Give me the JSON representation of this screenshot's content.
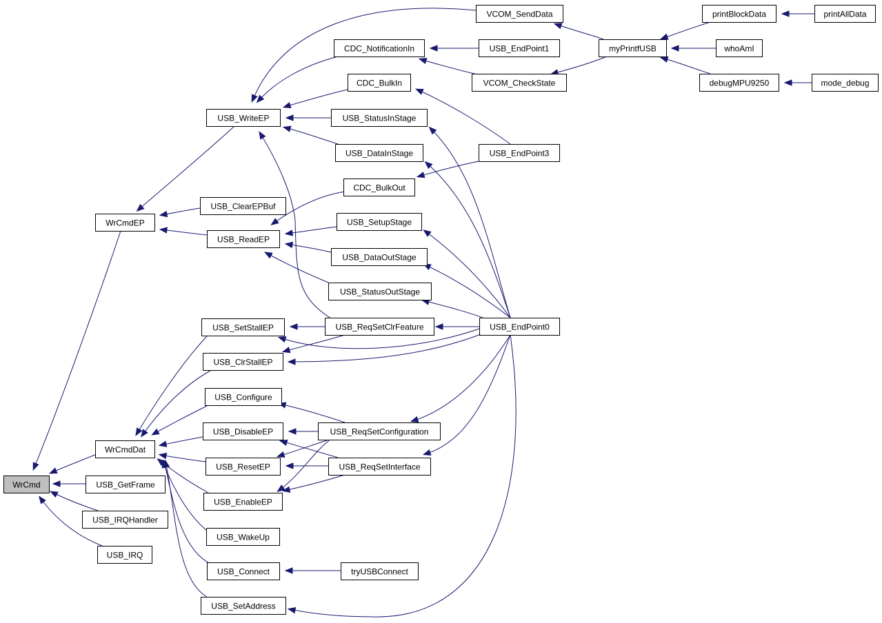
{
  "graph": {
    "edge_color": "#191970",
    "root_fill": "#bfbfbf",
    "nodes": [
      {
        "id": "WrCmd",
        "label": "WrCmd"
      },
      {
        "id": "WrCmdDat",
        "label": "WrCmdDat"
      },
      {
        "id": "USB_GetFrame",
        "label": "USB_GetFrame"
      },
      {
        "id": "USB_IRQHandler",
        "label": "USB_IRQHandler"
      },
      {
        "id": "USB_IRQ",
        "label": "USB_IRQ"
      },
      {
        "id": "WrCmdEP",
        "label": "WrCmdEP"
      },
      {
        "id": "USB_WriteEP",
        "label": "USB_WriteEP"
      },
      {
        "id": "USB_ClearEPBuf",
        "label": "USB_ClearEPBuf"
      },
      {
        "id": "USB_ReadEP",
        "label": "USB_ReadEP"
      },
      {
        "id": "USB_SetStallEP",
        "label": "USB_SetStallEP"
      },
      {
        "id": "USB_ClrStallEP",
        "label": "USB_ClrStallEP"
      },
      {
        "id": "USB_Configure",
        "label": "USB_Configure"
      },
      {
        "id": "USB_DisableEP",
        "label": "USB_DisableEP"
      },
      {
        "id": "USB_ResetEP",
        "label": "USB_ResetEP"
      },
      {
        "id": "USB_EnableEP",
        "label": "USB_EnableEP"
      },
      {
        "id": "USB_WakeUp",
        "label": "USB_WakeUp"
      },
      {
        "id": "USB_Connect",
        "label": "USB_Connect"
      },
      {
        "id": "USB_SetAddress",
        "label": "USB_SetAddress"
      },
      {
        "id": "VCOM_SendData",
        "label": "VCOM_SendData"
      },
      {
        "id": "CDC_NotificationIn",
        "label": "CDC_NotificationIn"
      },
      {
        "id": "CDC_BulkIn",
        "label": "CDC_BulkIn"
      },
      {
        "id": "USB_StatusInStage",
        "label": "USB_StatusInStage"
      },
      {
        "id": "USB_DataInStage",
        "label": "USB_DataInStage"
      },
      {
        "id": "CDC_BulkOut",
        "label": "CDC_BulkOut"
      },
      {
        "id": "USB_SetupStage",
        "label": "USB_SetupStage"
      },
      {
        "id": "USB_DataOutStage",
        "label": "USB_DataOutStage"
      },
      {
        "id": "USB_StatusOutStage",
        "label": "USB_StatusOutStage"
      },
      {
        "id": "USB_ReqSetClrFeature",
        "label": "USB_ReqSetClrFeature"
      },
      {
        "id": "USB_ReqSetConfiguration",
        "label": "USB_ReqSetConfiguration"
      },
      {
        "id": "USB_ReqSetInterface",
        "label": "USB_ReqSetInterface"
      },
      {
        "id": "tryUSBConnect",
        "label": "tryUSBConnect"
      },
      {
        "id": "USB_EndPoint1",
        "label": "USB_EndPoint1"
      },
      {
        "id": "VCOM_CheckState",
        "label": "VCOM_CheckState"
      },
      {
        "id": "USB_EndPoint3",
        "label": "USB_EndPoint3"
      },
      {
        "id": "USB_EndPoint0",
        "label": "USB_EndPoint0"
      },
      {
        "id": "myPrintfUSB",
        "label": "myPrintfUSB"
      },
      {
        "id": "printBlockData",
        "label": "printBlockData"
      },
      {
        "id": "whoAmI",
        "label": "whoAmI"
      },
      {
        "id": "debugMPU9250",
        "label": "debugMPU9250"
      },
      {
        "id": "printAllData",
        "label": "printAllData"
      },
      {
        "id": "mode_debug",
        "label": "mode_debug"
      }
    ],
    "edges": [
      {
        "from": "WrCmdEP",
        "to": "WrCmd"
      },
      {
        "from": "WrCmdDat",
        "to": "WrCmd"
      },
      {
        "from": "USB_GetFrame",
        "to": "WrCmd"
      },
      {
        "from": "USB_IRQHandler",
        "to": "WrCmd"
      },
      {
        "from": "USB_IRQ",
        "to": "WrCmd"
      },
      {
        "from": "USB_WriteEP",
        "to": "WrCmdEP"
      },
      {
        "from": "USB_ClearEPBuf",
        "to": "WrCmdEP"
      },
      {
        "from": "USB_ReadEP",
        "to": "WrCmdEP"
      },
      {
        "from": "USB_SetStallEP",
        "to": "WrCmdDat"
      },
      {
        "from": "USB_ClrStallEP",
        "to": "WrCmdDat"
      },
      {
        "from": "USB_Configure",
        "to": "WrCmdDat"
      },
      {
        "from": "USB_DisableEP",
        "to": "WrCmdDat"
      },
      {
        "from": "USB_ResetEP",
        "to": "WrCmdDat"
      },
      {
        "from": "USB_EnableEP",
        "to": "WrCmdDat"
      },
      {
        "from": "USB_WakeUp",
        "to": "WrCmdDat"
      },
      {
        "from": "USB_Connect",
        "to": "WrCmdDat"
      },
      {
        "from": "USB_SetAddress",
        "to": "WrCmdDat"
      },
      {
        "from": "VCOM_SendData",
        "to": "USB_WriteEP"
      },
      {
        "from": "CDC_NotificationIn",
        "to": "USB_WriteEP"
      },
      {
        "from": "CDC_BulkIn",
        "to": "USB_WriteEP"
      },
      {
        "from": "USB_StatusInStage",
        "to": "USB_WriteEP"
      },
      {
        "from": "USB_DataInStage",
        "to": "USB_WriteEP"
      },
      {
        "from": "USB_ReqSetClrFeature",
        "to": "USB_WriteEP"
      },
      {
        "from": "CDC_BulkOut",
        "to": "USB_ReadEP"
      },
      {
        "from": "USB_SetupStage",
        "to": "USB_ReadEP"
      },
      {
        "from": "USB_DataOutStage",
        "to": "USB_ReadEP"
      },
      {
        "from": "USB_StatusOutStage",
        "to": "USB_ReadEP"
      },
      {
        "from": "USB_ReqSetClrFeature",
        "to": "USB_SetStallEP"
      },
      {
        "from": "USB_EndPoint0",
        "to": "USB_SetStallEP"
      },
      {
        "from": "USB_ReqSetClrFeature",
        "to": "USB_ClrStallEP"
      },
      {
        "from": "USB_EndPoint0",
        "to": "USB_ClrStallEP"
      },
      {
        "from": "USB_ReqSetConfiguration",
        "to": "USB_Configure"
      },
      {
        "from": "USB_ReqSetConfiguration",
        "to": "USB_DisableEP"
      },
      {
        "from": "USB_ReqSetInterface",
        "to": "USB_DisableEP"
      },
      {
        "from": "USB_ReqSetConfiguration",
        "to": "USB_ResetEP"
      },
      {
        "from": "USB_ReqSetInterface",
        "to": "USB_ResetEP"
      },
      {
        "from": "USB_ReqSetConfiguration",
        "to": "USB_EnableEP"
      },
      {
        "from": "USB_ReqSetInterface",
        "to": "USB_EnableEP"
      },
      {
        "from": "tryUSBConnect",
        "to": "USB_Connect"
      },
      {
        "from": "USB_EndPoint0",
        "to": "USB_SetAddress"
      },
      {
        "from": "myPrintfUSB",
        "to": "VCOM_SendData"
      },
      {
        "from": "USB_EndPoint1",
        "to": "CDC_NotificationIn"
      },
      {
        "from": "VCOM_CheckState",
        "to": "CDC_NotificationIn"
      },
      {
        "from": "USB_EndPoint3",
        "to": "CDC_BulkIn"
      },
      {
        "from": "USB_EndPoint0",
        "to": "USB_StatusInStage"
      },
      {
        "from": "USB_EndPoint0",
        "to": "USB_DataInStage"
      },
      {
        "from": "USB_EndPoint3",
        "to": "CDC_BulkOut"
      },
      {
        "from": "USB_EndPoint0",
        "to": "USB_SetupStage"
      },
      {
        "from": "USB_EndPoint0",
        "to": "USB_DataOutStage"
      },
      {
        "from": "USB_EndPoint0",
        "to": "USB_StatusOutStage"
      },
      {
        "from": "USB_EndPoint0",
        "to": "USB_ReqSetClrFeature"
      },
      {
        "from": "USB_EndPoint0",
        "to": "USB_ReqSetConfiguration"
      },
      {
        "from": "USB_EndPoint0",
        "to": "USB_ReqSetInterface"
      },
      {
        "from": "myPrintfUSB",
        "to": "VCOM_CheckState"
      },
      {
        "from": "printBlockData",
        "to": "myPrintfUSB"
      },
      {
        "from": "whoAmI",
        "to": "myPrintfUSB"
      },
      {
        "from": "debugMPU9250",
        "to": "myPrintfUSB"
      },
      {
        "from": "printAllData",
        "to": "printBlockData"
      },
      {
        "from": "mode_debug",
        "to": "debugMPU9250"
      }
    ]
  }
}
